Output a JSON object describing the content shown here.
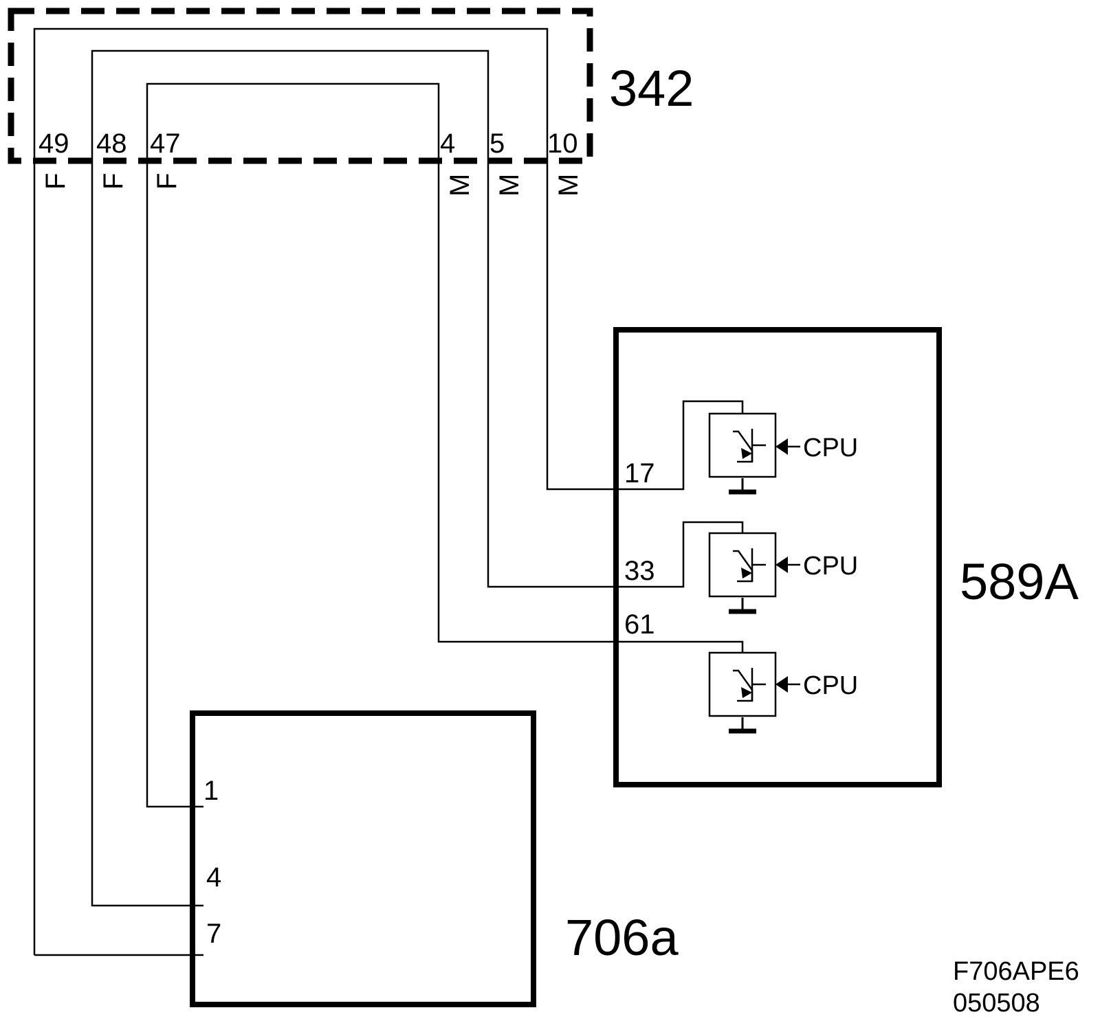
{
  "connector": {
    "label": "342",
    "pins": [
      {
        "number": "49",
        "type": "F"
      },
      {
        "number": "48",
        "type": "F"
      },
      {
        "number": "47",
        "type": "F"
      },
      {
        "number": "4",
        "type": "M"
      },
      {
        "number": "5",
        "type": "M"
      },
      {
        "number": "10",
        "type": "M"
      }
    ]
  },
  "module_589A": {
    "label": "589A",
    "pins": [
      "17",
      "33",
      "61"
    ],
    "drivers": [
      {
        "input": "CPU"
      },
      {
        "input": "CPU"
      },
      {
        "input": "CPU"
      }
    ]
  },
  "module_706a": {
    "label": "706a",
    "pins": [
      "1",
      "4",
      "7"
    ]
  },
  "reference": {
    "code": "F706APE6",
    "date": "050508"
  }
}
